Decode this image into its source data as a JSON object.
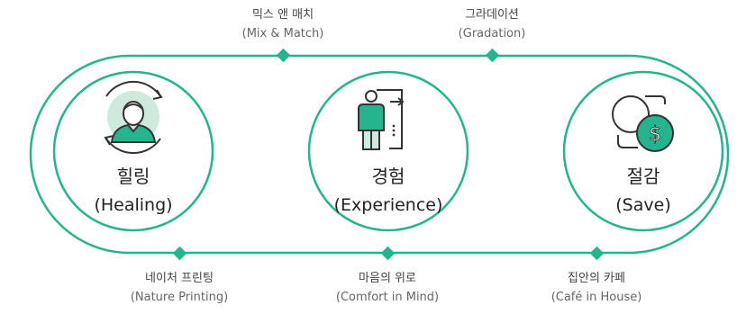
{
  "colors": {
    "accent": "#25b48d",
    "accent_light": "#cfe9dc",
    "outline": "#333333",
    "background": "#ffffff"
  },
  "nodes": [
    {
      "title": "힐링",
      "subtitle": "(Healing)",
      "icon": "person-cycle-icon"
    },
    {
      "title": "경험",
      "subtitle": "(Experience)",
      "icon": "person-door-icon"
    },
    {
      "title": "절감",
      "subtitle": "(Save)",
      "icon": "dollar-coin-icon"
    }
  ],
  "top_labels": [
    {
      "ko": "믹스 앤 매치",
      "en": "(Mix & Match)"
    },
    {
      "ko": "그라데이션",
      "en": "(Gradation)"
    }
  ],
  "bottom_labels": [
    {
      "ko": "네이처 프린팅",
      "en": "(Nature Printing)"
    },
    {
      "ko": "마음의 위로",
      "en": "(Comfort in Mind)"
    },
    {
      "ko": "집안의 카페",
      "en": "(Café in House)"
    }
  ]
}
